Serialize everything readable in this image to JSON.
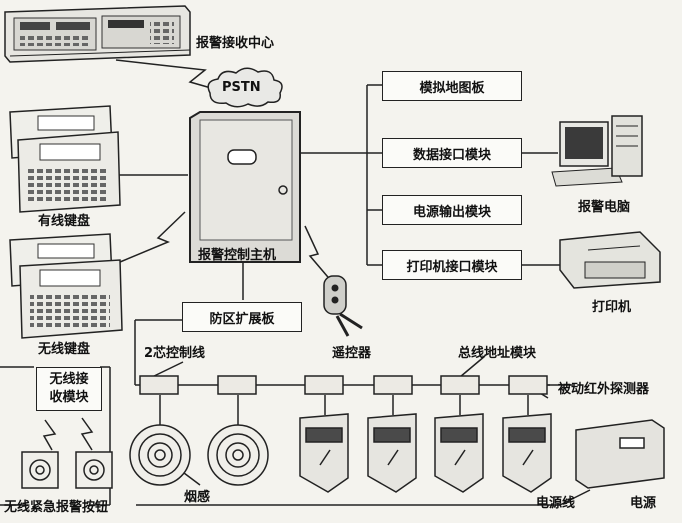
{
  "labels": {
    "alarm_center": "报警接收中心",
    "pstn": "PSTN",
    "wired_keypad": "有线键盘",
    "wireless_keypad": "无线键盘",
    "main_host": "报警控制主机",
    "remote": "遥控器",
    "zone_expansion": "防区扩展板",
    "two_core_wire": "2芯控制线",
    "bus_address_module": "总线地址模块",
    "pir_detector": "被动红外探测器",
    "smoke": "烟感",
    "wireless_emergency": "无线紧急报警按钮",
    "power_line": "电源线",
    "power": "电源",
    "alarm_pc": "报警电脑",
    "printer": "打印机"
  },
  "modules": {
    "map_board": "模拟地图板",
    "data_interface": "数据接口模块",
    "power_output": "电源输出模块",
    "printer_interface": "打印机接口模块"
  },
  "receiver": {
    "line1": "无线接",
    "line2": "收模块"
  }
}
